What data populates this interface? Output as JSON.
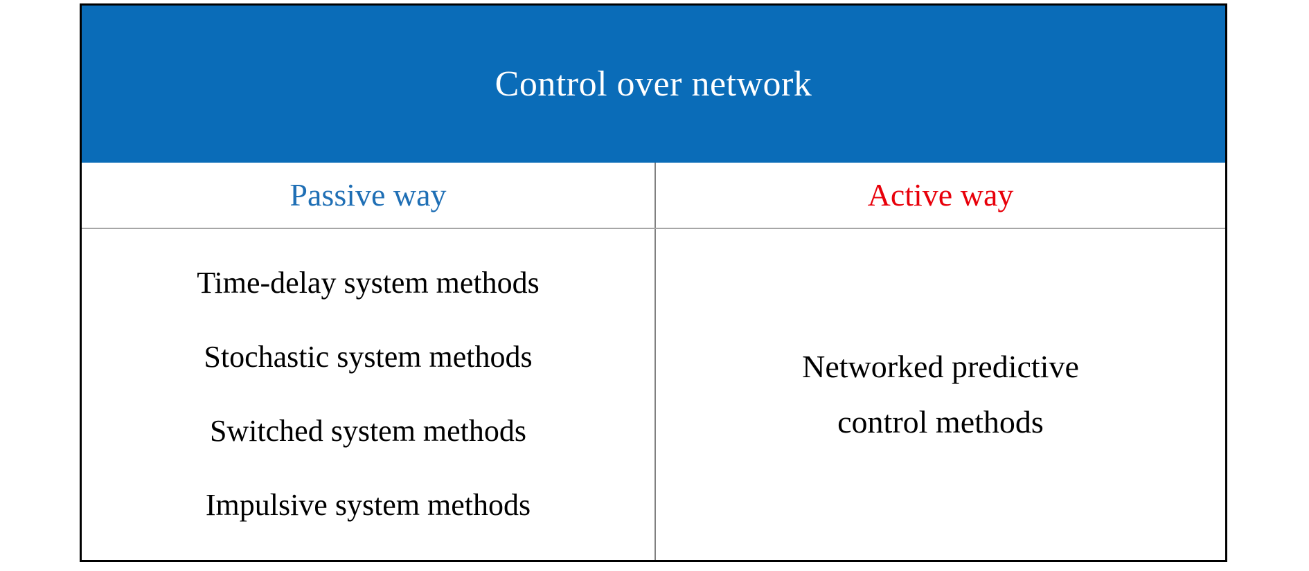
{
  "colors": {
    "header_band": "#0a6cb8",
    "header_band_text": "#ffffff",
    "passive_text": "#1f6fb5",
    "active_text": "#e8000a",
    "body_text": "#000000",
    "table_border": "#000000",
    "inner_divider": "#808080"
  },
  "table": {
    "title": "Control over network",
    "columns": [
      {
        "label": "Passive way",
        "kind": "passive"
      },
      {
        "label": "Active way",
        "kind": "active"
      }
    ],
    "passive_methods": [
      "Time-delay system methods",
      "Stochastic system methods",
      "Switched system methods",
      "Impulsive system methods"
    ],
    "active_methods": [
      "Networked predictive",
      "control methods"
    ]
  }
}
